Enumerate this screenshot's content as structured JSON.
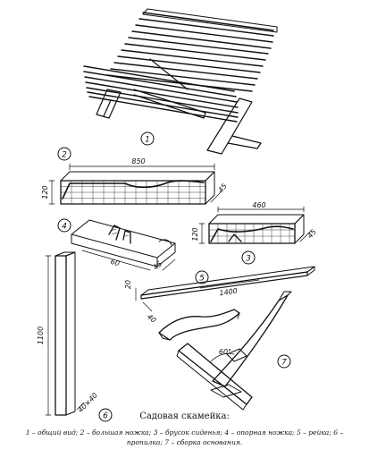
{
  "caption": {
    "title": "Садовая скамейка:",
    "text": "1 – общий вид; 2 – большая ножка; 3 – брусок сиденья; 4 – опорная ножка; 5 – рейка; 6 – пропилка; 7 – сборка основания."
  },
  "parts": [
    {
      "num": "1"
    },
    {
      "num": "2"
    },
    {
      "num": "3"
    },
    {
      "num": "4"
    },
    {
      "num": "5"
    },
    {
      "num": "6"
    },
    {
      "num": "7"
    }
  ],
  "dimensions": {
    "part2_length": "850",
    "part2_height": "120",
    "part2_depth": "45",
    "part3_length": "460",
    "part3_height": "120",
    "part3_depth": "45",
    "part4_length": "60",
    "part4_depth": "45",
    "part5_length": "1400",
    "part5_height": "20",
    "part5_depth": "40",
    "part6_length": "1100",
    "part6_section": "40×40",
    "part7_angle": "60°"
  }
}
